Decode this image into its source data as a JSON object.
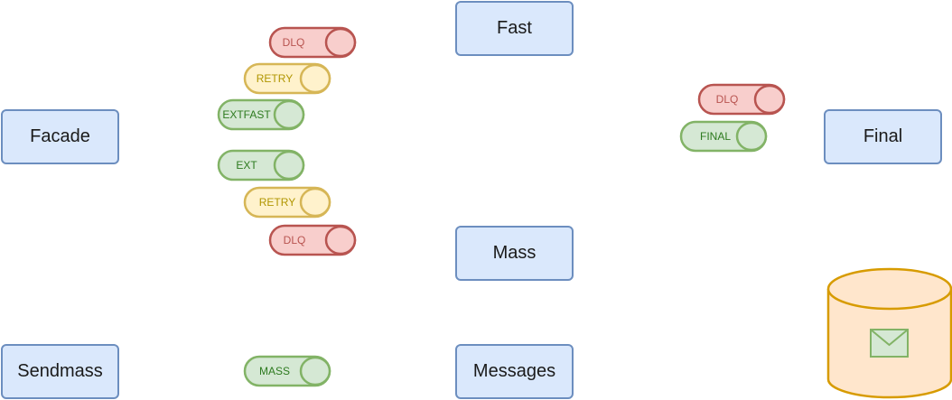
{
  "nodes": {
    "facade": "Facade",
    "sendmass": "Sendmass",
    "fast": "Fast",
    "mass": "Mass",
    "messages": "Messages",
    "final": "Final"
  },
  "queues": {
    "dlq_fast": "DLQ",
    "retry_fast": "RETRY",
    "extfast": "EXTFAST",
    "ext": "EXT",
    "retry_ext": "RETRY",
    "dlq_ext": "DLQ",
    "mass": "MASS",
    "dlq_final": "DLQ",
    "final": "FINAL"
  },
  "colors": {
    "service_fill": "#dae8fc",
    "service_stroke": "#6c8ebf",
    "dlq_fill": "#f8cecc",
    "dlq_stroke": "#b85450",
    "dlq_text": "#b85450",
    "retry_fill": "#fff2cc",
    "retry_stroke": "#d6b656",
    "retry_text": "#b09500",
    "ok_fill": "#d5e8d4",
    "ok_stroke": "#82b366",
    "ok_text": "#2d7a1f",
    "storage_fill": "#ffe6cc",
    "storage_stroke": "#d79b00",
    "envelope_fill": "#d5e8d4",
    "envelope_stroke": "#82b366"
  },
  "storage": {
    "icon": "envelope-icon",
    "shape": "database-cylinder-icon"
  }
}
